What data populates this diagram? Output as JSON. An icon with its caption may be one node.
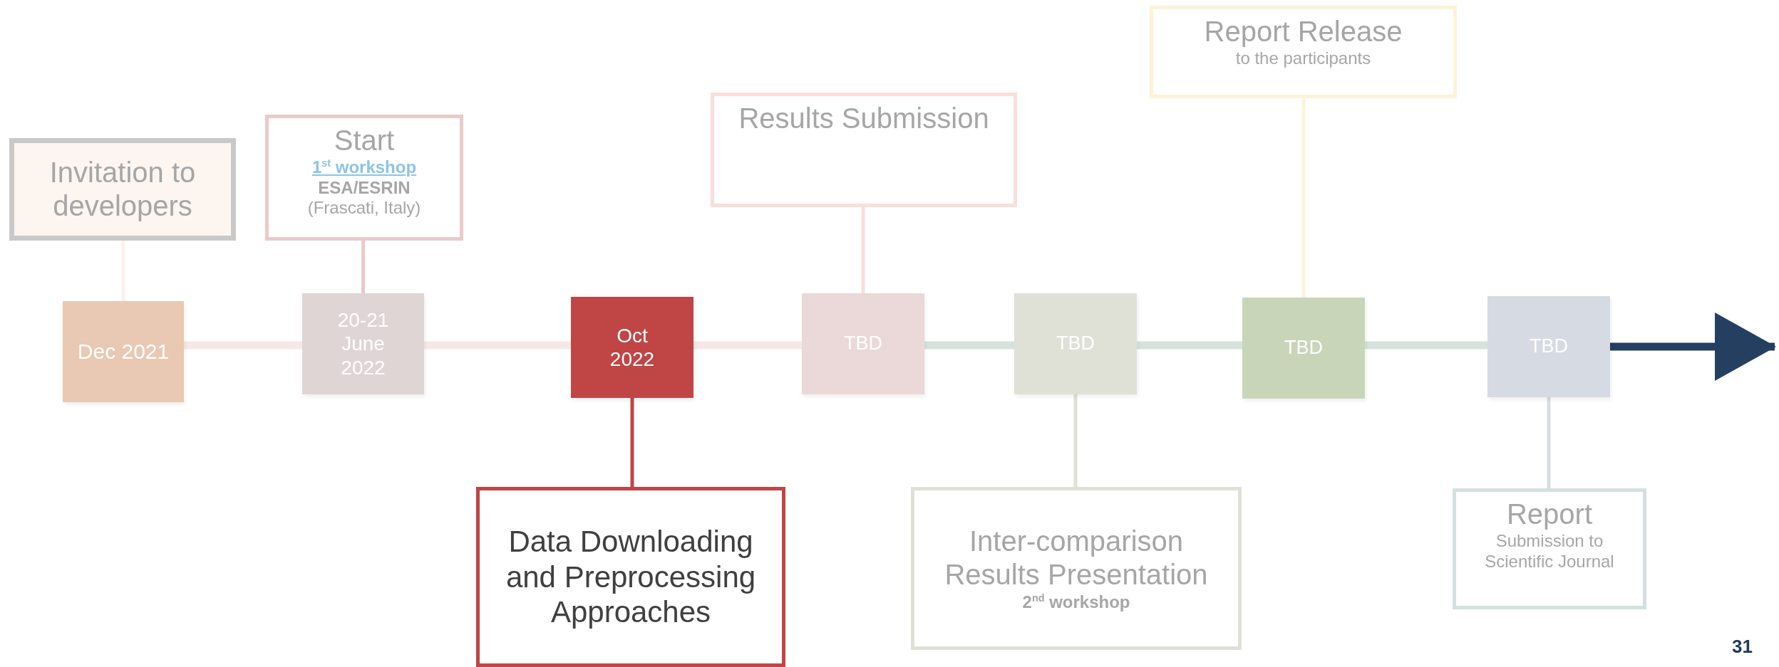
{
  "diagram": {
    "nodes": [
      {
        "text": [
          "Invitation to developers"
        ]
      },
      {
        "text": [
          "Dec 2021"
        ]
      },
      {
        "text": [
          "Start",
          "1$^{st}$ workshop",
          "ESA/ESRIN",
          "(Frascati, Italy)"
        ]
      },
      {
        "text": [
          "20-21 June 2022"
        ]
      },
      {
        "text": [
          "Oct 2022"
        ]
      },
      {
        "text": [
          "Data Downloading and Preprocessing Approaches"
        ]
      },
      {
        "text": [
          "Results Submission"
        ]
      },
      {
        "text": [
          "TBD"
        ]
      },
      {
        "text": [
          "TBD"
        ]
      },
      {
        "text": [
          "Inter-comparison Results Presentation",
          "2$^{nd}$ workshop"
        ]
      },
      {
        "text": [
          "Report Release",
          "to the participants"
        ]
      },
      {
        "text": [
          "TBD"
        ]
      },
      {
        "text": [
          "TBD"
        ]
      },
      {
        "text": [
          "Report",
          "Submission to Scientific Journal"
        ]
      }
    ],
    "edges": [
      {
        "from": 1,
        "to": 3,
        "arrow": "none",
        "style": "thick",
        "color": "#f7e8e8"
      },
      {
        "from": 3,
        "to": 4,
        "arrow": "none",
        "style": "thick",
        "color": "#f7e8e8"
      },
      {
        "from": 4,
        "to": 7,
        "arrow": "none",
        "style": "thick",
        "color": "#f7e8e8"
      },
      {
        "from": 7,
        "to": 8,
        "arrow": "none",
        "style": "thick",
        "color": "#d5e3dc"
      },
      {
        "from": 8,
        "to": 11,
        "arrow": "none",
        "style": "thick",
        "color": "#d5e3dc"
      },
      {
        "from": 11,
        "to": 12,
        "arrow": "none",
        "style": "thick",
        "color": "#d5e3dc"
      },
      {
        "from": 12,
        "to": null,
        "arrow": "to",
        "style": "thick",
        "color": "#243f60"
      },
      {
        "from": 0,
        "to": 1,
        "arrow": "none",
        "color": "#fcf1ea"
      },
      {
        "from": 2,
        "to": 3,
        "arrow": "none",
        "color": "#ebcaca"
      },
      {
        "from": 4,
        "to": 5,
        "arrow": "none",
        "color": "#c04545"
      },
      {
        "from": 6,
        "to": 7,
        "arrow": "none",
        "color": "#f9dede"
      },
      {
        "from": 8,
        "to": 9,
        "arrow": "none",
        "color": "#dfe1d7"
      },
      {
        "from": 10,
        "to": 11,
        "arrow": "none",
        "color": "#fdf3d9"
      },
      {
        "from": 12,
        "to": 13,
        "arrow": "none",
        "color": "#d6dfe0"
      }
    ],
    "labels": [
      "31"
    ]
  }
}
